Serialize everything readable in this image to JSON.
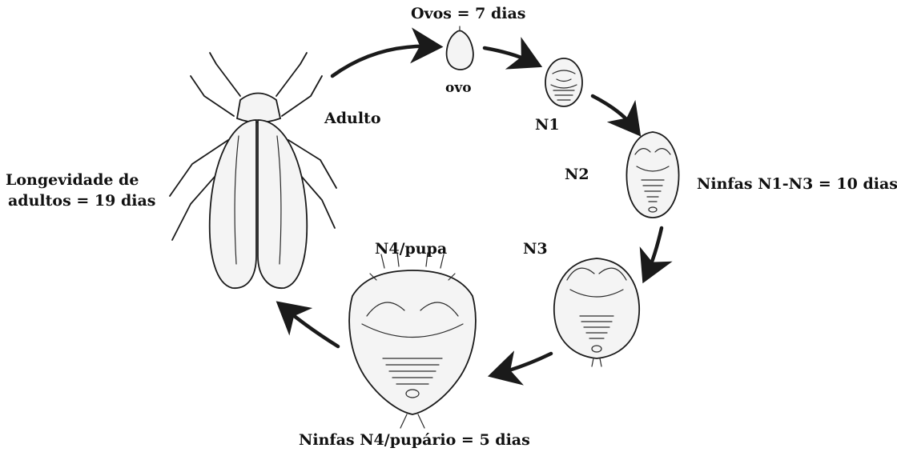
{
  "labels": {
    "eggs": "Ovos = 7 dias",
    "egg": "ovo",
    "n1": "N1",
    "n2": "N2",
    "n3": "N3",
    "nymphs_n1_n3": "Ninfas N1-N3 = 10 dias",
    "n4_pupa": "N4/pupa",
    "nymphs_n4": "Ninfas N4/pupário = 5 dias",
    "adult": "Adulto",
    "longevity_line1": "Longevidade de",
    "longevity_line2": "adultos = 19 dias"
  },
  "stages": [
    {
      "name": "ovo"
    },
    {
      "name": "N1"
    },
    {
      "name": "N2"
    },
    {
      "name": "N3"
    },
    {
      "name": "N4/pupa"
    },
    {
      "name": "Adulto"
    }
  ],
  "colors": {
    "ink": "#1a1a1a",
    "background": "#ffffff"
  }
}
